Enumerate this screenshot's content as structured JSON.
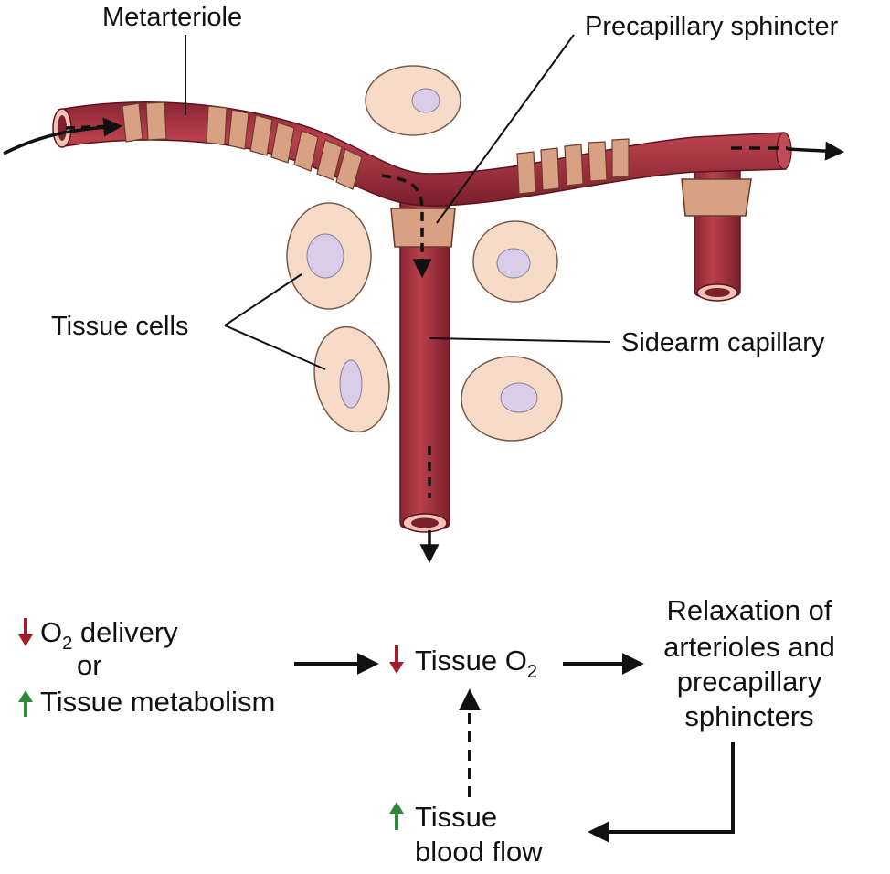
{
  "labels": {
    "metarteriole": "Metarteriole",
    "precapillary_sphincter": "Precapillary sphincter",
    "tissue_cells": "Tissue cells",
    "sidearm_capillary": "Sidearm capillary"
  },
  "flowchart": {
    "o2_symbol": "O",
    "o2_subscript": "2",
    "o2_delivery_text": " delivery",
    "or": "or",
    "tissue_metabolism": "Tissue metabolism",
    "tissue_o2_text": "Tissue O",
    "relaxation_lines": [
      "Relaxation of",
      "arterioles and",
      "precapillary",
      "sphincters"
    ],
    "blood_flow_lines": [
      "Tissue",
      "blood flow"
    ]
  },
  "colors": {
    "vessel": "#a8323f",
    "vessel_dark": "#7a1f2c",
    "sphincter": "#d8a183",
    "cell": "#f6dcc8",
    "nucleus": "#d9cde7",
    "decrease_arrow": "#a11f2a",
    "increase_arrow": "#2e8a3a"
  }
}
